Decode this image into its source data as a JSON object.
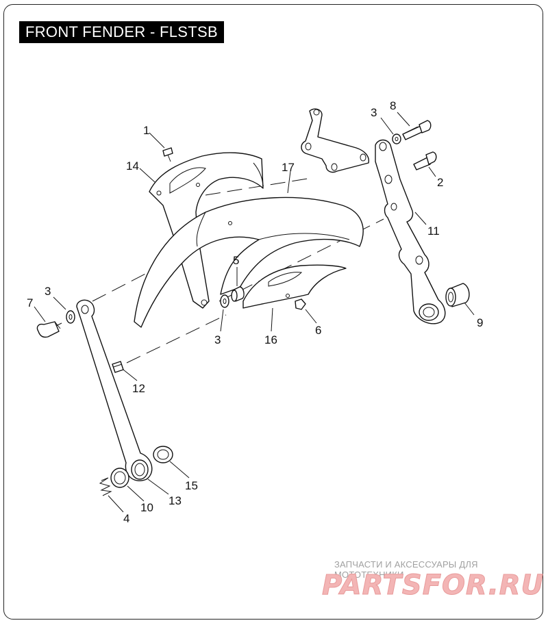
{
  "title": "FRONT FENDER - FLSTSB",
  "callouts": {
    "c1": "1",
    "c2": "2",
    "c3a": "3",
    "c3b": "3",
    "c3c": "3",
    "c4": "4",
    "c5": "5",
    "c6": "6",
    "c7": "7",
    "c8": "8",
    "c9": "9",
    "c10": "10",
    "c11": "11",
    "c12": "12",
    "c13": "13",
    "c14": "14",
    "c15": "15",
    "c16": "16",
    "c17": "17"
  },
  "watermark": {
    "tagline": "ЗАПЧАСТИ И АКСЕССУАРЫ ДЛЯ МОТОТЕХНИКИ",
    "logo": "PARTSFOR.RU",
    "color": "#e89a9a"
  }
}
